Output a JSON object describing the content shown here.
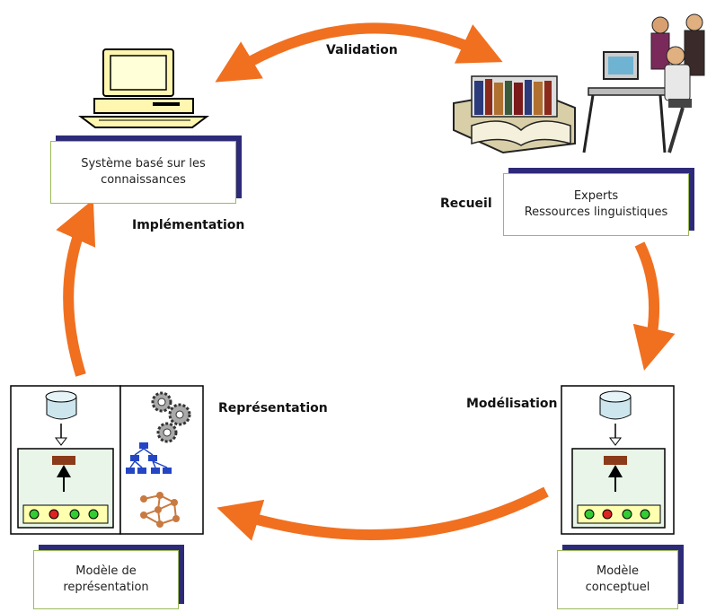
{
  "stages": {
    "validation": "Validation",
    "recueil": "Recueil",
    "modelisation": "Modélisation",
    "representation": "Représentation",
    "implementation": "Implémentation"
  },
  "nodes": {
    "kbs": {
      "line1": "Système basé sur les",
      "line2": "connaissances"
    },
    "experts": {
      "line1": "Experts",
      "line2": "Ressources linguistiques"
    },
    "conceptual": {
      "line1": "Modèle",
      "line2": "conceptuel"
    },
    "representation_model": {
      "line1": "Modèle de",
      "line2": "représentation"
    }
  },
  "icons": {
    "kbs": "computer-icon",
    "experts": [
      "books-icon",
      "people-at-computer-icon"
    ],
    "conceptual": "system-model-icon",
    "representation_model": [
      "system-model-icon",
      "gears-icon",
      "tree-hierarchy-icon",
      "network-graph-icon"
    ]
  },
  "colors": {
    "arrow": "#f07020",
    "box_border": "#9bbb59",
    "box_shadow": "#2e2a7a"
  }
}
